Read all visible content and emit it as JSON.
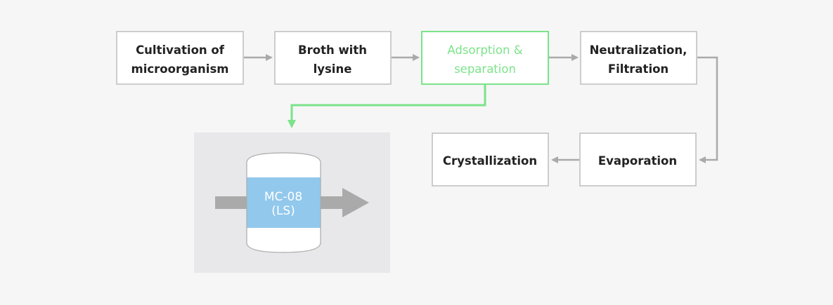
{
  "colors": {
    "accent_green": "#7be38a",
    "arrow_grey": "#aaaaaa",
    "box_border": "#bdbdbd",
    "panel": "#e8e8ea",
    "vessel_band": "#92c8ec"
  },
  "steps": [
    {
      "line1": "Cultivation of",
      "line2": "microorganism"
    },
    {
      "line1": "Broth with",
      "line2": "lysine"
    },
    {
      "line1": "Adsorption &",
      "line2": "separation",
      "highlighted": true
    },
    {
      "line1": "Neutralization,",
      "line2": "Filtration"
    },
    {
      "line1": "Evaporation"
    },
    {
      "line1": "Crystallization"
    }
  ],
  "vessel": {
    "line1": "MC-08",
    "line2": "(LS)"
  }
}
